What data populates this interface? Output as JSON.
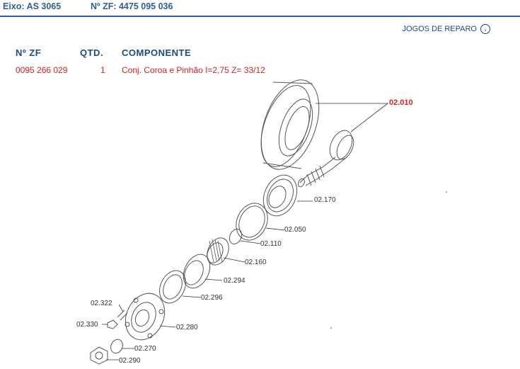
{
  "header": {
    "axle": "Eixo: AS 3065",
    "zf_number": "Nº ZF: 4475 095 036"
  },
  "repair_kits_link": {
    "label": "JOGOS DE REPARO",
    "icon": "arrow-down-circle-icon"
  },
  "table": {
    "columns": [
      "Nº ZF",
      "QTD.",
      "COMPONENTE"
    ],
    "row": {
      "zf": "0095 266 029",
      "qty": "1",
      "component": "Conj. Coroa e Pinhão I=2,75  Z= 33/12"
    }
  },
  "diagram": {
    "highlighted_part": "02.010",
    "labels": [
      "02.170",
      "02.050",
      "02.110",
      "02.160",
      "02.294",
      "02.296",
      "02.322",
      "02.330",
      "02.280",
      "02.270",
      "02.290"
    ]
  },
  "colors": {
    "brand_blue": "#2f5f97",
    "highlight_red": "#d62020"
  }
}
